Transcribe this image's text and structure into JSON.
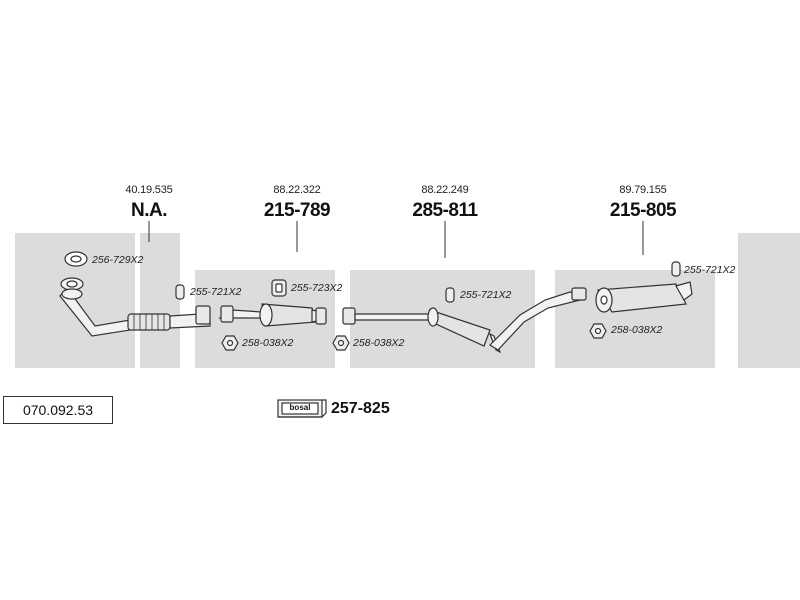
{
  "diagram": {
    "reference_number": "070.092.53",
    "sections": [
      {
        "oem_number": "40.19.535",
        "part_number": "N.A."
      },
      {
        "oem_number": "88.22.322",
        "part_number": "215-789"
      },
      {
        "oem_number": "88.22.249",
        "part_number": "285-811"
      },
      {
        "oem_number": "89.79.155",
        "part_number": "215-805"
      }
    ],
    "accessories": [
      {
        "label": "256-729X2",
        "icon": "flange-gasket-icon"
      },
      {
        "label": "255-721X2",
        "icon": "rubber-hanger-icon"
      },
      {
        "label": "255-723X2",
        "icon": "rubber-mount-icon"
      },
      {
        "label": "258-038X2",
        "icon": "hex-nut-icon"
      },
      {
        "label": "258-038X2",
        "icon": "hex-nut-icon"
      },
      {
        "label": "255-721X2",
        "icon": "rubber-hanger-icon"
      },
      {
        "label": "255-721X2",
        "icon": "rubber-hanger-icon"
      },
      {
        "label": "258-038X2",
        "icon": "hex-nut-icon"
      }
    ],
    "mounting_kit": {
      "brand": "bosal",
      "part_number": "257-825"
    }
  },
  "colors": {
    "band": "#dcdcdc",
    "pipe_fill": "#f2f2f2",
    "pipe_stroke": "#333333"
  }
}
